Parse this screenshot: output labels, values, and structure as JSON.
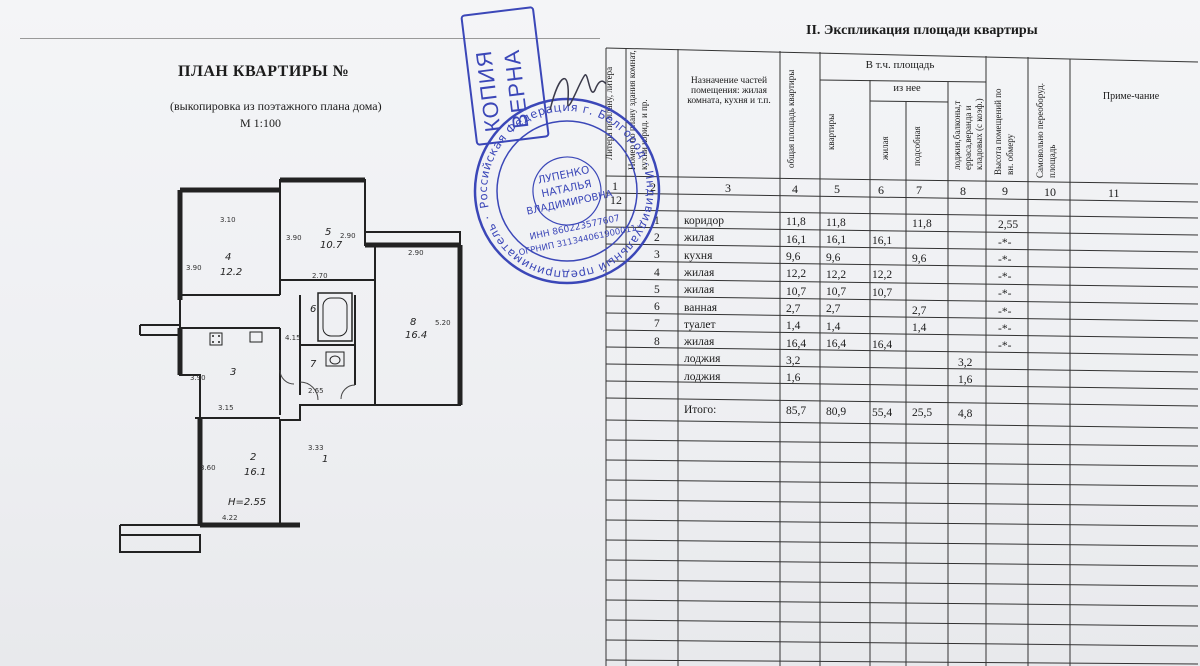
{
  "plan": {
    "title": "ПЛАН КВАРТИРЫ №",
    "subtitle": "(выкопировка из поэтажного плана дома)",
    "scale": "М 1:100",
    "rooms": [
      {
        "label": "4",
        "area": "12.2"
      },
      {
        "label": "5",
        "area": "10.7"
      },
      {
        "label": "8",
        "area": "16.4"
      },
      {
        "label": "3",
        "area": ""
      },
      {
        "label": "6",
        "area": ""
      },
      {
        "label": "7",
        "area": ""
      },
      {
        "label": "2",
        "area": "16.1"
      },
      {
        "label": "1",
        "area": ""
      }
    ],
    "dims": [
      "3.10",
      "2.70",
      "2.90",
      "3.90",
      "5.20",
      "2.65",
      "3.15",
      "3.33",
      "3.60",
      "4.22",
      "4.15",
      "2.90",
      "3.90",
      "3.90"
    ],
    "height_note": "H=2.55"
  },
  "stamp": {
    "copy_word_1": "КОПИЯ",
    "copy_word_2": "ВЕРНА",
    "seal_outer": "Российская Федерация г. Белгород · Индивидуальный предприниматель ·",
    "seal_name_1": "ЛУПЕНКО",
    "seal_name_2": "НАТАЛЬЯ",
    "seal_name_3": "ВЛАДИМИРОВНА",
    "seal_inn": "ИНН 860223577607",
    "seal_ogrnip": "ОГРНИП 311344061900011"
  },
  "explication": {
    "title": "II. Экспликация площади квартиры",
    "headers": {
      "c1": "Литера по плану, литера",
      "c2": "Номер по плану здания комнат, кухни корид. и пр.",
      "c3": "Назначение частей помещения: жилая комната, кухня и т.п.",
      "c4": "общая площадь квартиры",
      "group": "В т.ч. площадь",
      "c5": "квартиры",
      "subgroup": "из нее",
      "c6": "жилая",
      "c7": "подсобная",
      "c8": "лоджия,балконы,т ерраса,веранда и кладовых (с коэф.)",
      "c9": "Высота помещений по вн. обмеру",
      "c10": "Самовольно переоборуд. площадь",
      "c11": "Приме-чание"
    },
    "column_numbers": [
      "1",
      "2",
      "3",
      "4",
      "5",
      "6",
      "7",
      "8",
      "9",
      "10",
      "11"
    ],
    "floor_label": "12",
    "rows": [
      {
        "n": "1",
        "name": "коридор",
        "total": "11,8",
        "apt": "11,8",
        "living": "",
        "aux": "11,8",
        "loggia": "",
        "height": "2,55"
      },
      {
        "n": "2",
        "name": "жилая",
        "total": "16,1",
        "apt": "16,1",
        "living": "16,1",
        "aux": "",
        "loggia": "",
        "height": "-*-"
      },
      {
        "n": "3",
        "name": "кухня",
        "total": "9,6",
        "apt": "9,6",
        "living": "",
        "aux": "9,6",
        "loggia": "",
        "height": "-*-"
      },
      {
        "n": "4",
        "name": "жилая",
        "total": "12,2",
        "apt": "12,2",
        "living": "12,2",
        "aux": "",
        "loggia": "",
        "height": "-*-"
      },
      {
        "n": "5",
        "name": "жилая",
        "total": "10,7",
        "apt": "10,7",
        "living": "10,7",
        "aux": "",
        "loggia": "",
        "height": "-*-"
      },
      {
        "n": "6",
        "name": "ванная",
        "total": "2,7",
        "apt": "2,7",
        "living": "",
        "aux": "2,7",
        "loggia": "",
        "height": "-*-"
      },
      {
        "n": "7",
        "name": "туалет",
        "total": "1,4",
        "apt": "1,4",
        "living": "",
        "aux": "1,4",
        "loggia": "",
        "height": "-*-"
      },
      {
        "n": "8",
        "name": "жилая",
        "total": "16,4",
        "apt": "16,4",
        "living": "16,4",
        "aux": "",
        "loggia": "",
        "height": "-*-"
      },
      {
        "n": "",
        "name": "лоджия",
        "total": "3,2",
        "apt": "",
        "living": "",
        "aux": "",
        "loggia": "3,2",
        "height": ""
      },
      {
        "n": "",
        "name": "лоджия",
        "total": "1,6",
        "apt": "",
        "living": "",
        "aux": "",
        "loggia": "1,6",
        "height": ""
      }
    ],
    "total": {
      "label": "Итого:",
      "total": "85,7",
      "apt": "80,9",
      "living": "55,4",
      "aux": "25,5",
      "loggia": "4,8"
    }
  }
}
